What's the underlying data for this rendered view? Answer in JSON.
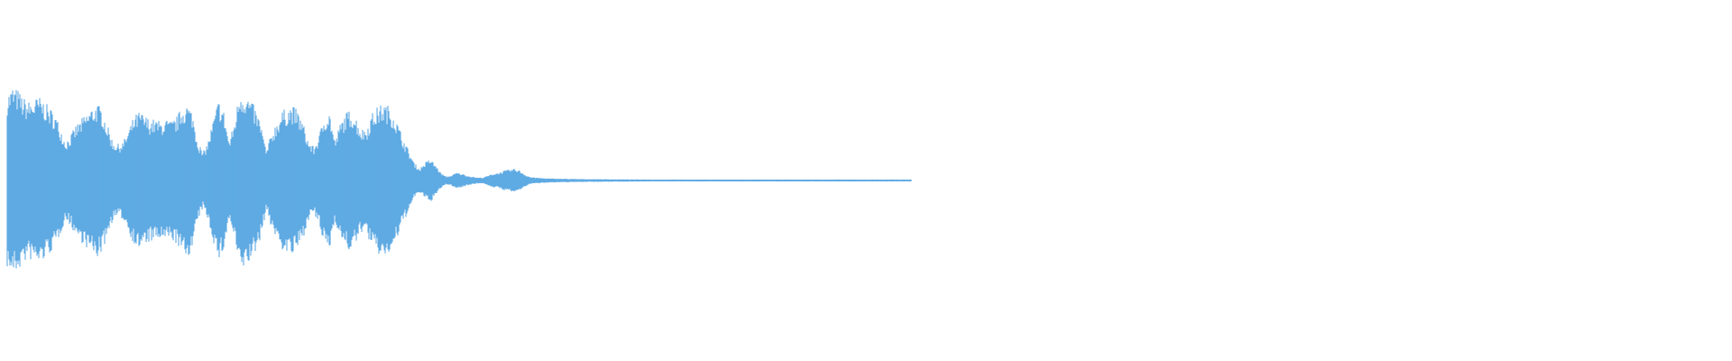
{
  "waveform": {
    "color": "#5FAAE3",
    "amplitude_envelope": [
      0.88,
      0.95,
      0.92,
      0.84,
      0.8,
      0.82,
      0.85,
      0.8,
      0.74,
      0.68,
      0.55,
      0.4,
      0.46,
      0.56,
      0.62,
      0.68,
      0.74,
      0.78,
      0.72,
      0.55,
      0.4,
      0.37,
      0.4,
      0.52,
      0.65,
      0.7,
      0.66,
      0.62,
      0.62,
      0.6,
      0.62,
      0.6,
      0.64,
      0.74,
      0.78,
      0.7,
      0.42,
      0.28,
      0.4,
      0.62,
      0.82,
      0.7,
      0.4,
      0.6,
      0.92,
      0.88,
      0.82,
      0.72,
      0.58,
      0.3,
      0.48,
      0.6,
      0.7,
      0.74,
      0.76,
      0.7,
      0.58,
      0.4,
      0.34,
      0.46,
      0.66,
      0.7,
      0.4,
      0.58,
      0.68,
      0.72,
      0.64,
      0.52,
      0.54,
      0.68,
      0.74,
      0.78,
      0.76,
      0.7,
      0.56,
      0.42,
      0.3,
      0.18,
      0.12,
      0.18,
      0.22,
      0.16,
      0.08,
      0.04,
      0.05,
      0.08,
      0.07,
      0.05,
      0.04,
      0.03,
      0.03,
      0.05,
      0.07,
      0.08,
      0.1,
      0.11,
      0.12,
      0.1,
      0.06,
      0.035,
      0.03,
      0.025,
      0.022,
      0.02,
      0.02,
      0.018,
      0.017,
      0.016,
      0.015,
      0.015,
      0.014,
      0.014,
      0.014,
      0.013,
      0.013,
      0.012,
      0.012,
      0.012,
      0.011,
      0.011,
      0.011,
      0.011,
      0.01,
      0.01,
      0.01,
      0.01,
      0.01,
      0.01,
      0.01,
      0.01,
      0.01,
      0.01,
      0.01,
      0.01,
      0.01,
      0.01,
      0.01,
      0.01,
      0.01,
      0.01,
      0.01,
      0.01,
      0.01,
      0.01,
      0.01,
      0.01,
      0.01,
      0.01,
      0.01,
      0.01,
      0.01,
      0.01,
      0.01,
      0.01,
      0.01,
      0.01,
      0.01,
      0.01,
      0.01,
      0.01,
      0.01,
      0.01,
      0.01,
      0.01,
      0.01,
      0.01,
      0.01,
      0.01,
      0.01,
      0.01,
      0.01,
      0.01
    ]
  }
}
